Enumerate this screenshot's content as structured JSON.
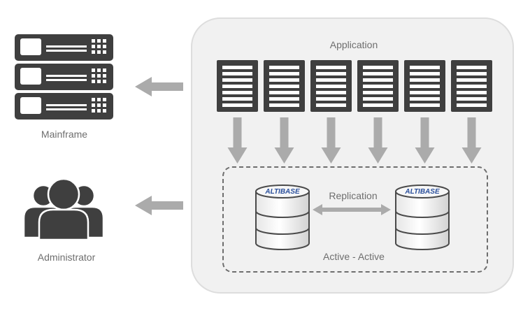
{
  "application": {
    "label": "Application",
    "server_count": 6
  },
  "mainframe": {
    "label": "Mainframe",
    "icon": "mainframe-server-icon"
  },
  "administrator": {
    "label": "Administrator",
    "icon": "users-group-icon"
  },
  "cluster": {
    "replication_label": "Replication",
    "mode_label": "Active - Active",
    "db_logo_text": "ALTIBASE"
  },
  "colors": {
    "dark": "#3f3f3f",
    "arrow": "#ababab",
    "text": "#6e6e6e",
    "logo": "#2a4f9c",
    "panel": "#f1f1f1"
  }
}
